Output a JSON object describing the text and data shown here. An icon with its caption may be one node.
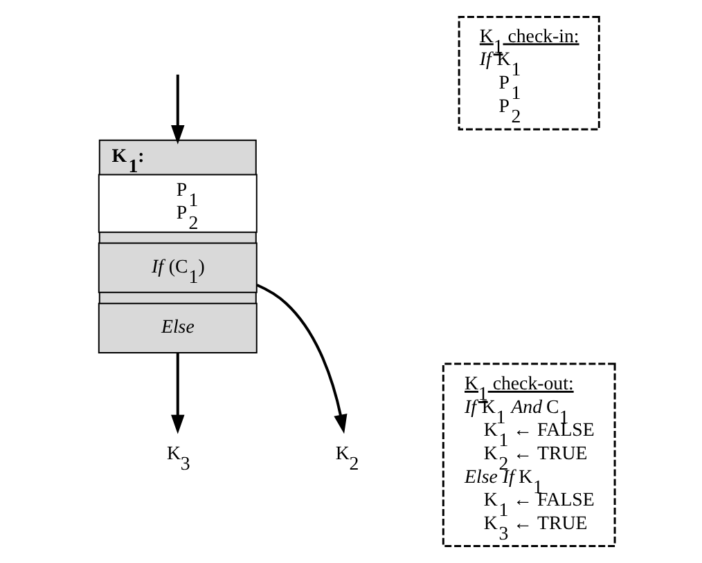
{
  "diagram": {
    "nodes": [
      {
        "text": [
          "K$_{1}$:"
        ]
      },
      {
        "text": [
          "P$_{1}$",
          "P$_{2}$"
        ],
        "in": 0
      },
      {
        "text": [
          "*If* (C$_{1}$)"
        ],
        "in": 0
      },
      {
        "text": [
          "*Else*"
        ],
        "in": 0
      },
      {
        "text": [
          "K$_{3}$"
        ]
      },
      {
        "text": [
          "K$_{2}$"
        ]
      },
      {
        "text": [
          "K$_{1}$ check-in:",
          "*If* K$_{1}$",
          "P$_{1}$",
          "P$_{2}$"
        ]
      },
      {
        "text": [
          "K$_{1}$ check-out:",
          "*If* K$_{1}$ *And* C$_{1}$",
          "K$_{1}$ ← FALSE",
          "K$_{2}$ ← TRUE",
          "*Else If* K$_{1}$",
          "K$_{1}$ ← FALSE",
          "K$_{3}$ ← TRUE"
        ]
      }
    ],
    "edges": [
      {
        "from": null,
        "to": 0,
        "arrow": "to"
      },
      {
        "from": 2,
        "to": 5,
        "arrow": "to"
      },
      {
        "from": 3,
        "to": 4,
        "arrow": "to"
      }
    ]
  }
}
